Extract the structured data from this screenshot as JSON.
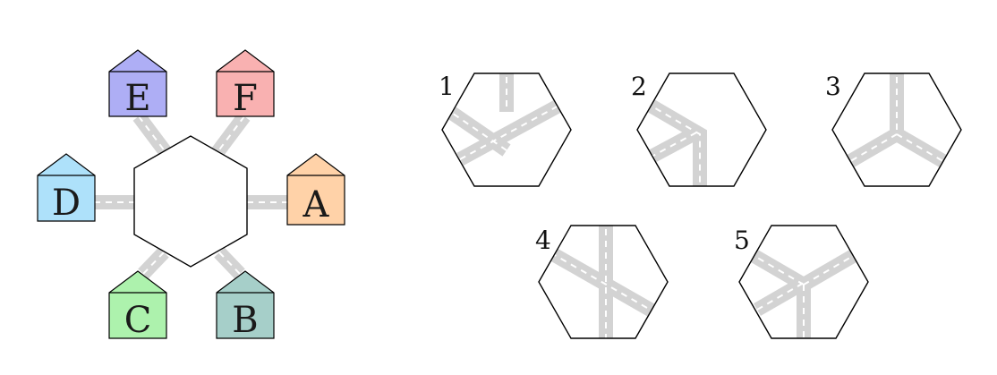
{
  "houses": [
    {
      "id": "A",
      "label": "A",
      "color": "#ffd2a8"
    },
    {
      "id": "B",
      "label": "B",
      "color": "#a6cfc9"
    },
    {
      "id": "C",
      "label": "C",
      "color": "#adf2ad"
    },
    {
      "id": "D",
      "label": "D",
      "color": "#aee1fa"
    },
    {
      "id": "E",
      "label": "E",
      "color": "#aeaef5"
    },
    {
      "id": "F",
      "label": "F",
      "color": "#f9b1b1"
    }
  ],
  "options": [
    {
      "label": "1",
      "roads": "two-crossing-straights"
    },
    {
      "label": "2",
      "roads": "bent-pair-to-bottom"
    },
    {
      "label": "3",
      "roads": "y-junction-top-left-right"
    },
    {
      "label": "4",
      "roads": "vertical-plus-diagonal"
    },
    {
      "label": "5",
      "roads": "y-junction-bottom-left-right"
    }
  ],
  "style": {
    "road_color": "#d3d3d3",
    "dash_color": "#ffffff",
    "outline_color": "#000000"
  }
}
